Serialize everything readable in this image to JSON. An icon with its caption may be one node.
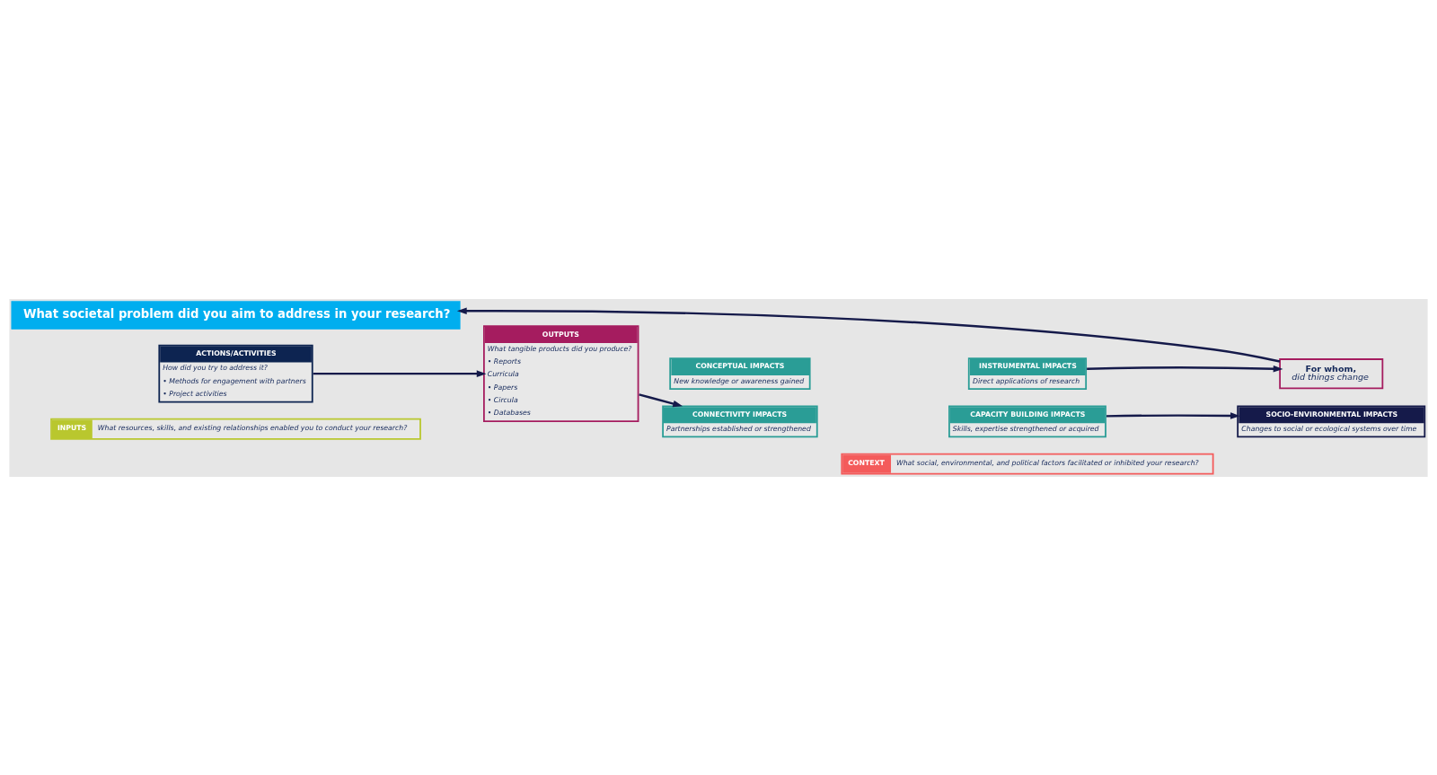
{
  "diagram": {
    "nodes": [
      {
        "text": [
          "What societal problem did you aim to address in your research?"
        ]
      },
      {
        "text": [
          "For whom,",
          "did things change"
        ]
      },
      {
        "text": [
          "ACTIONS/ACTIVITIES",
          "How did you try to address it?",
          "• Methods for engagement with partners",
          "• Project activities"
        ]
      },
      {
        "text": [
          "OUTPUTS",
          "What tangible products did you produce?",
          "• Reports",
          "Curricula",
          "• Papers",
          "• Circula",
          "• Databases"
        ]
      },
      {
        "text": [
          "CONCEPTUAL IMPACTS",
          "New knowledge or awareness gained"
        ]
      },
      {
        "text": [
          "INSTRUMENTAL IMPACTS",
          "Direct applications of research"
        ]
      },
      {
        "text": [
          "CONNECTIVITY IMPACTS",
          "Partnerships established or strengthened"
        ]
      },
      {
        "text": [
          "CAPACITY BUILDING IMPACTS",
          "Skills, expertise strengthened or acquired"
        ]
      },
      {
        "text": [
          "SOCIO-ENVIRONMENTAL IMPACTS",
          "Changes to social or ecological systems over time"
        ]
      },
      {
        "text": [
          "INPUTS",
          "What resources, skills, and existing relationships enabled you to conduct your research?"
        ]
      },
      {
        "text": [
          "CONTEXT",
          "What social, environmental, and political factors facilitated or inhibited your research?"
        ]
      }
    ],
    "edges": [
      {
        "from": 2,
        "to": 3,
        "arrow": "to"
      },
      {
        "from": 3,
        "to": 6,
        "arrow": "to"
      },
      {
        "from": 7,
        "to": 8,
        "arrow": "to"
      },
      {
        "from": 5,
        "to": 1,
        "arrow": "to"
      },
      {
        "from": 1,
        "to": 0,
        "arrow": "to"
      }
    ]
  }
}
